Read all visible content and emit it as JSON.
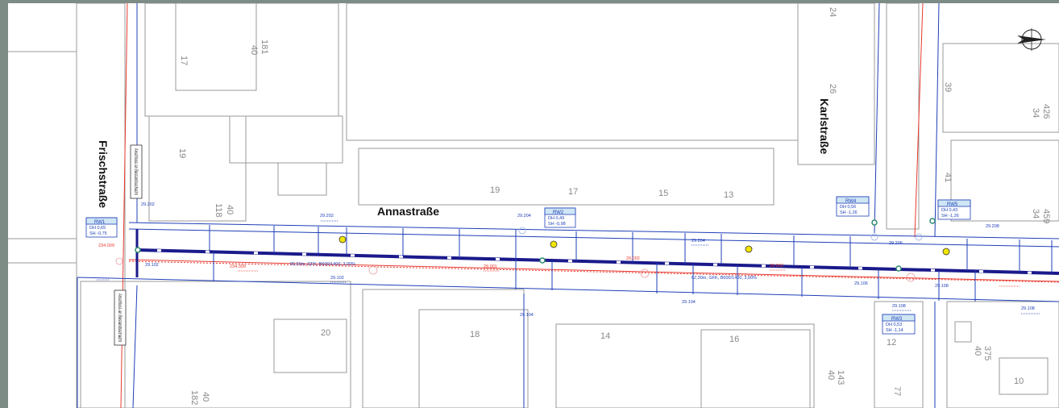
{
  "colors": {
    "frame": "#7e8c86",
    "building": "#9a9a9a",
    "pipe": "#1f3fb8",
    "pipe_dark": "#1a1a8c",
    "red": "#e8392f",
    "node": "#2e8b6f",
    "marker": "#f2e600"
  },
  "streets": {
    "frisch": "Frischstraße",
    "anna": "Annastraße",
    "karl": "Karlstraße"
  },
  "house_numbers": [
    "17",
    "181",
    "40",
    "19",
    "118",
    "40",
    "19",
    "17",
    "15",
    "13",
    "24",
    "26",
    "39",
    "426",
    "34",
    "41",
    "459",
    "34",
    "20",
    "18",
    "14",
    "16",
    "12",
    "375",
    "40",
    "10",
    "143",
    "40",
    "77",
    "40",
    "182"
  ],
  "notes": {
    "anschluss": "Anschluss an Bestandsschacht"
  },
  "boxes": [
    {
      "id": "RW1",
      "l1": "DH 0,65",
      "l2": "SH -0,75"
    },
    {
      "id": "RW2",
      "l1": "DH 0,49",
      "l2": "SH -0,98"
    },
    {
      "id": "RW4",
      "l1": "DH 0,56",
      "l2": "SH -1,26"
    },
    {
      "id": "RW5",
      "l1": "DH 0,43",
      "l2": "SH -1,26"
    },
    {
      "id": "RW3",
      "l1": "DH 0,53",
      "l2": "SH -1,14"
    }
  ],
  "pipe_labels": {
    "rw1_pipe": "66,50m, GFK, B600/1400, 3,00%",
    "rw2_pipe": "62,30m, GFK, B600/1400, 3,00%"
  },
  "red_values": [
    "234.009",
    "29.001",
    "29.002",
    "234.009",
    "29.003"
  ],
  "blue_values": [
    "29.202",
    "29.202",
    "29.204",
    "29.204",
    "29.206",
    "29.208",
    "29.102",
    "29.102",
    "29.104",
    "29.104",
    "29.106",
    "29.108",
    "29.108",
    "29.108"
  ],
  "north_arrow": "north-arrow"
}
